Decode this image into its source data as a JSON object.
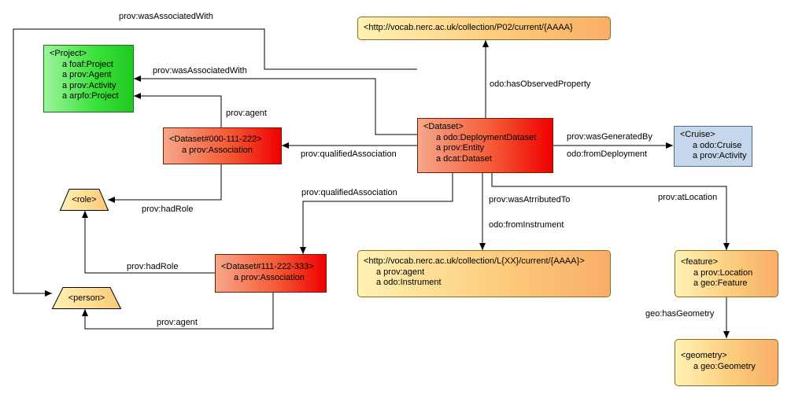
{
  "nodes": {
    "project": {
      "lines": [
        "<Project>",
        "a foaf:Project",
        "a prov:Agent",
        "a prov:Activity",
        "a arpfo:Project"
      ]
    },
    "p02": {
      "lines": [
        "<http://vocab.nerc.ac.uk/collection/P02/current/{AAAA}"
      ]
    },
    "dataset": {
      "lines": [
        "<Dataset>",
        "a odo:DeploymentDataset",
        "a prov:Entity",
        "a dcat:Dataset"
      ]
    },
    "assoc1": {
      "lines": [
        "<Dataset#000-111-222>",
        "a prov:Association"
      ]
    },
    "assoc2": {
      "lines": [
        "<Dataset#111-222-333>",
        "a prov:Association"
      ]
    },
    "cruise": {
      "lines": [
        "<Cruise>",
        "a odo:Cruise",
        "a prov:Activity"
      ]
    },
    "instrument": {
      "lines": [
        "<http://vocab.nerc.ac.uk/collection/L{XX}/current/{AAAA}>",
        "a prov:agent",
        "a odo:Instrument"
      ]
    },
    "feature": {
      "lines": [
        "<feature>",
        "a prov:Location",
        "a geo:Feature"
      ]
    },
    "geometry": {
      "lines": [
        "<geometry>",
        "a geo:Geometry"
      ]
    },
    "role": {
      "label": "<role>"
    },
    "person": {
      "label": "<person>"
    }
  },
  "edges": {
    "was_associated_with_top": "prov:wasAssociatedWith",
    "was_associated_with": "prov:wasAssociatedWith",
    "agent_1": "prov:agent",
    "had_role_1": "prov:hadRole",
    "qualified_association_1": "prov:qualifiedAssociation",
    "qualified_association_2": "prov:qualifiedAssociation",
    "has_observed_property": "odo:hasObservedProperty",
    "was_generated_by": "prov:wasGeneratedBy",
    "from_deployment": "odo:fromDeployment",
    "was_attributed_to": "prov:wasAtrributedTo",
    "from_instrument": "odo:fromInstrument",
    "at_location": "prov:atLocation",
    "had_role_2": "prov:hadRole",
    "agent_2": "prov:agent",
    "has_geometry": "geo:hasGeometry"
  },
  "colors": {
    "dataset_fill": "#f45b37",
    "literal_fill": "#fcc979",
    "project_fill": "#38e038",
    "cruise_fill": "#c6d7eb",
    "edge": "#000000"
  }
}
